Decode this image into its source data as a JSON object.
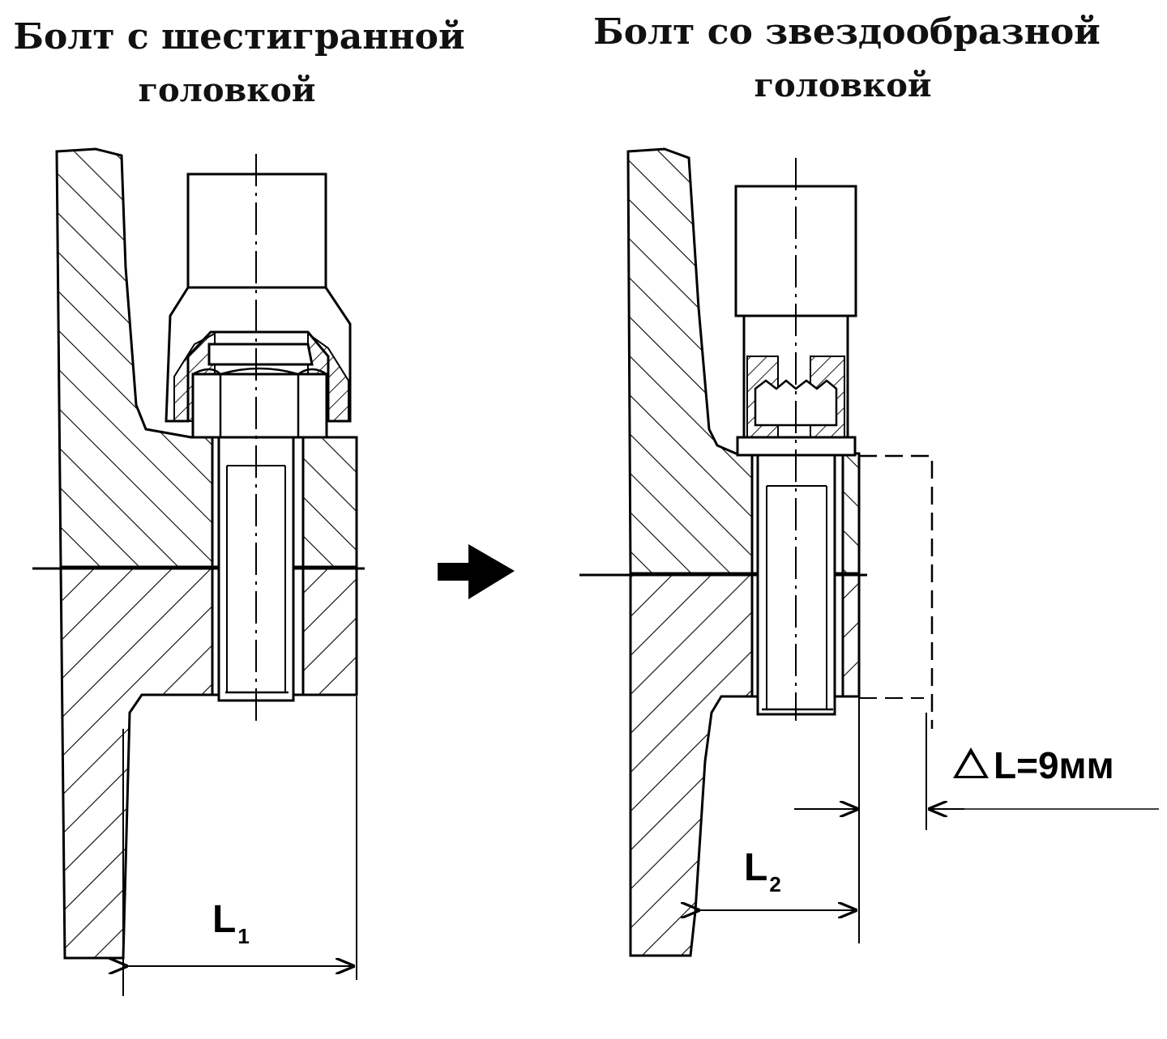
{
  "titles": {
    "left_line1": "Болт с шестигранной",
    "left_line2": "головкой",
    "right_line1": "Болт со звездообразной",
    "right_line2": "головкой"
  },
  "labels": {
    "l1_main": "L",
    "l1_sub": "1",
    "l2_main": "L",
    "l2_sub": "2",
    "delta": "L=9мм"
  },
  "icons": {
    "arrow": "right-arrow-icon",
    "delta": "triangle-icon"
  }
}
